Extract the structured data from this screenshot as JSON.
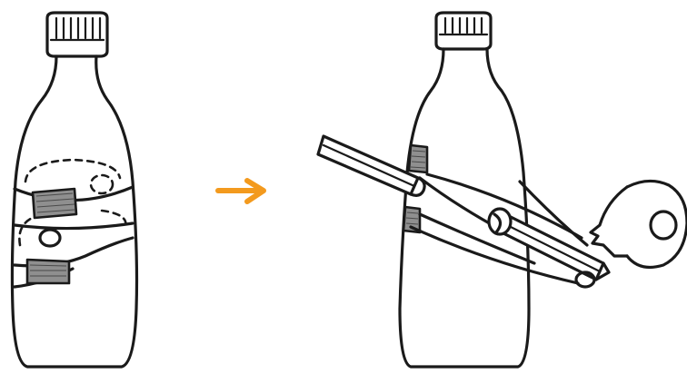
{
  "illustration": {
    "left_panel": {
      "subject": "bottle-with-dashed-cut-lines"
    },
    "arrow": {
      "icon": "arrow-right-icon",
      "color": "#F39A1E"
    },
    "right_panel": {
      "subject": "bottle-with-taped-pencils",
      "extra": "tape-roll"
    }
  }
}
